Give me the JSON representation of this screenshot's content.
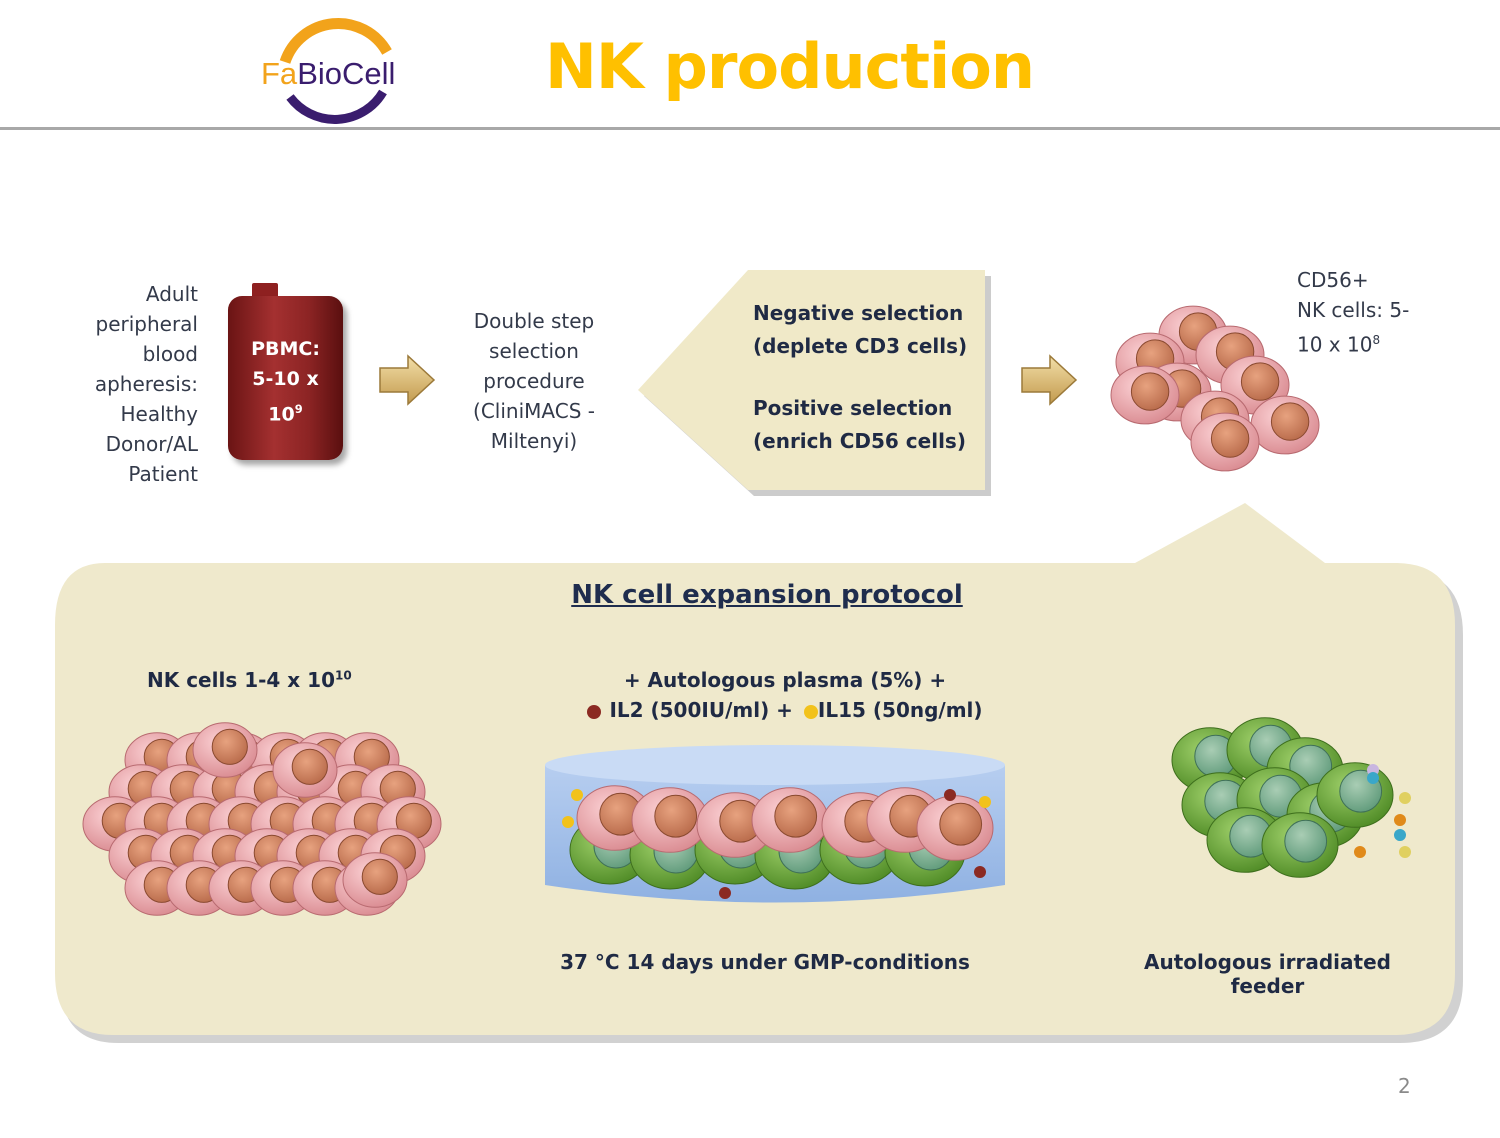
{
  "header": {
    "logo_text_fa": "Fa",
    "logo_text_rest": "BioCell",
    "title": "NK production"
  },
  "source": {
    "lines": [
      "Adult",
      "peripheral",
      "blood",
      "apheresis:",
      "Healthy",
      "Donor/AL",
      "Patient"
    ]
  },
  "bag": {
    "line1": "PBMC:",
    "line2": "5-10 x",
    "line3_base": "10",
    "line3_exp": "9"
  },
  "procedure": {
    "lines": [
      "Double step",
      "selection",
      "procedure",
      "(CliniMACS -",
      "Miltenyi)"
    ]
  },
  "selection": {
    "negative_title": "Negative selection",
    "negative_detail": "(deplete CD3 cells)",
    "positive_title": "Positive selection",
    "positive_detail": "(enrich CD56 cells)"
  },
  "result": {
    "line1": "CD56+",
    "line2": "NK cells: 5-",
    "line3_base": "10 x 10",
    "line3_exp": "8"
  },
  "expansion": {
    "title": "NK cell expansion protocol",
    "output_label_base": "NK cells 1-4 x 10",
    "output_label_exp": "10",
    "media_line1": "+ Autologous plasma (5%) +",
    "il2": "IL2 (500IU/ml) +",
    "il15": "IL15 (50ng/ml)",
    "conditions": "37 °C 14 days under GMP-conditions",
    "feeder": "Autologous irradiated feeder"
  },
  "colors": {
    "title": "#FFC000",
    "il2_dot": "#8b2a22",
    "il15_dot": "#f2c21b",
    "panel": "#efe9cc",
    "nk_cell": "#e9a0a4",
    "feeder_cell": "#6aa63a"
  },
  "page_number": "2"
}
